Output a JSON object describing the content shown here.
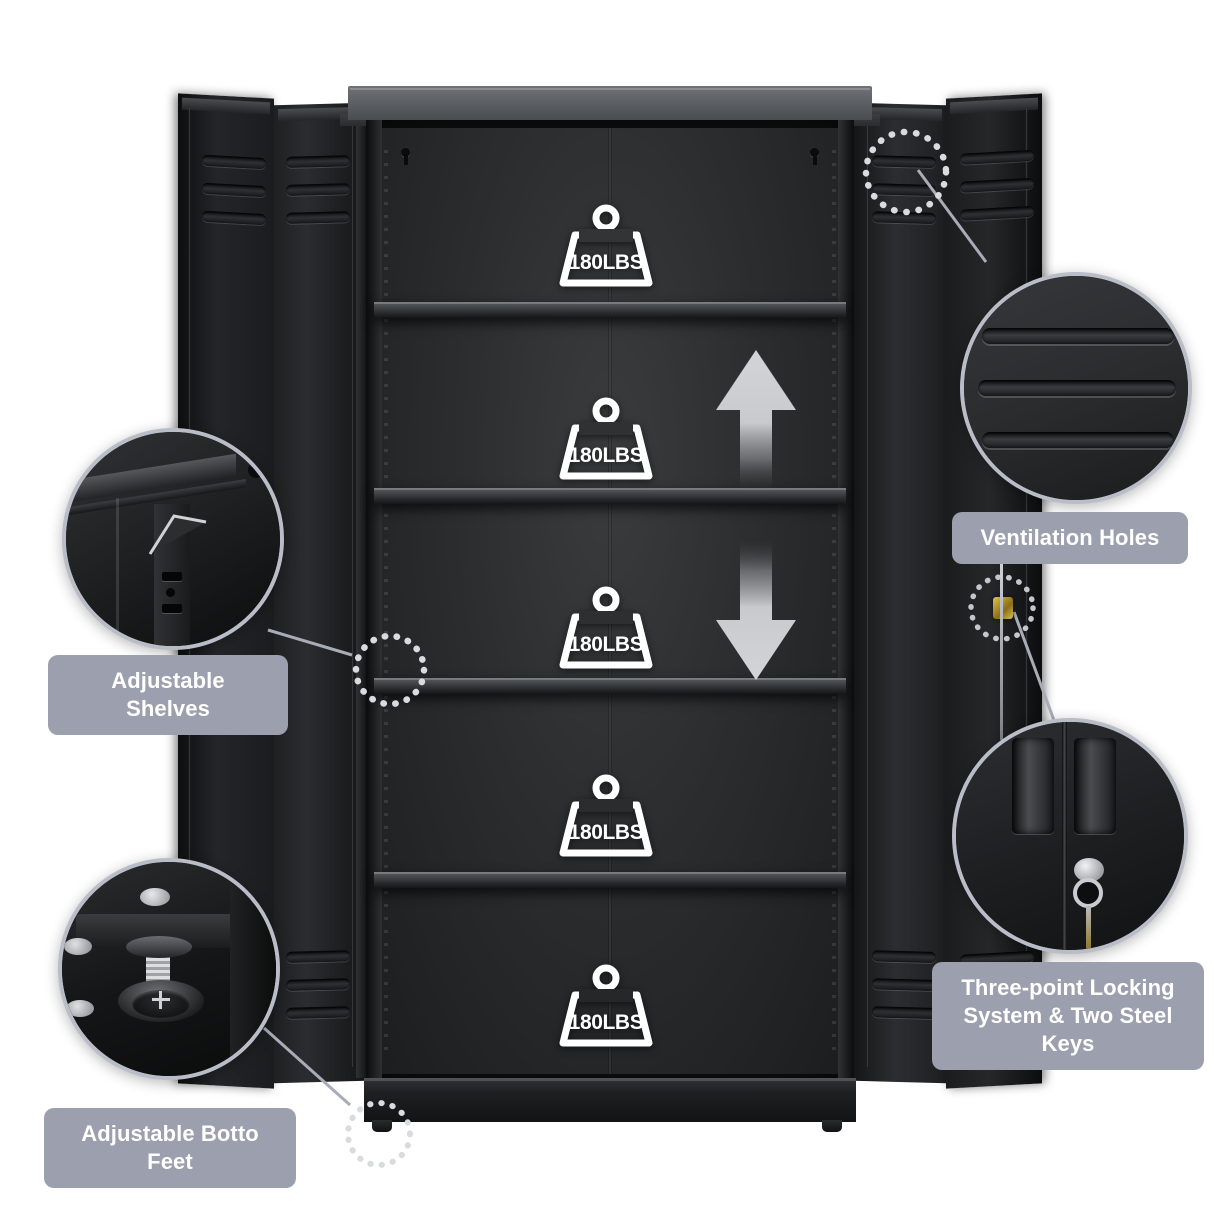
{
  "product": {
    "type": "metal-storage-cabinet",
    "finish_color": "#151617",
    "accent_color": "#9b9fae",
    "badge_text_color": "#ffffff"
  },
  "weight_badges": [
    {
      "id": "shelf-1-capacity",
      "label": "180LBS",
      "icon": "weight-icon"
    },
    {
      "id": "shelf-2-capacity",
      "label": "180LBS",
      "icon": "weight-icon"
    },
    {
      "id": "shelf-3-capacity",
      "label": "180LBS",
      "icon": "weight-icon"
    },
    {
      "id": "shelf-4-capacity",
      "label": "180LBS",
      "icon": "weight-icon"
    },
    {
      "id": "shelf-5-capacity",
      "label": "180LBS",
      "icon": "weight-icon"
    }
  ],
  "arrows": [
    {
      "id": "shelf-move-up",
      "direction": "up",
      "icon": "arrow-up-icon"
    },
    {
      "id": "shelf-move-down",
      "direction": "down",
      "icon": "arrow-down-icon"
    }
  ],
  "callouts": [
    {
      "id": "adjustable-shelves",
      "label": "Adjustable Shelves",
      "detail_icon": "shelf-bracket-icon",
      "side": "left"
    },
    {
      "id": "adjustable-bottom-feet",
      "label": "Adjustable Botto Feet",
      "detail_icon": "leveling-foot-icon",
      "side": "left"
    },
    {
      "id": "ventilation-holes",
      "label": "Ventilation Holes",
      "detail_icon": "louver-vent-icon",
      "side": "right"
    },
    {
      "id": "three-point-locking",
      "label": "Three-point Locking\nSystem & Two Steel Keys",
      "detail_icon": "lock-and-key-icon",
      "side": "right"
    }
  ]
}
